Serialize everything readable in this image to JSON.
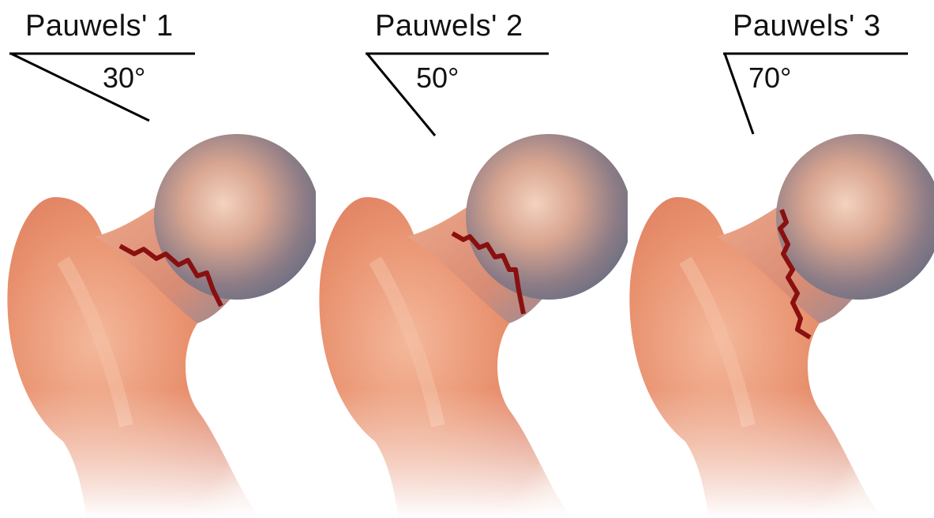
{
  "panels": [
    {
      "title": "Pauwels' 1",
      "angle_label": "30°",
      "angle": 30
    },
    {
      "title": "Pauwels' 2",
      "angle_label": "50°",
      "angle": 50
    },
    {
      "title": "Pauwels' 3",
      "angle_label": "70°",
      "angle": 70
    }
  ],
  "colors": {
    "bone": "#e58866",
    "fracture": "#8a1010",
    "line": "#000000"
  }
}
